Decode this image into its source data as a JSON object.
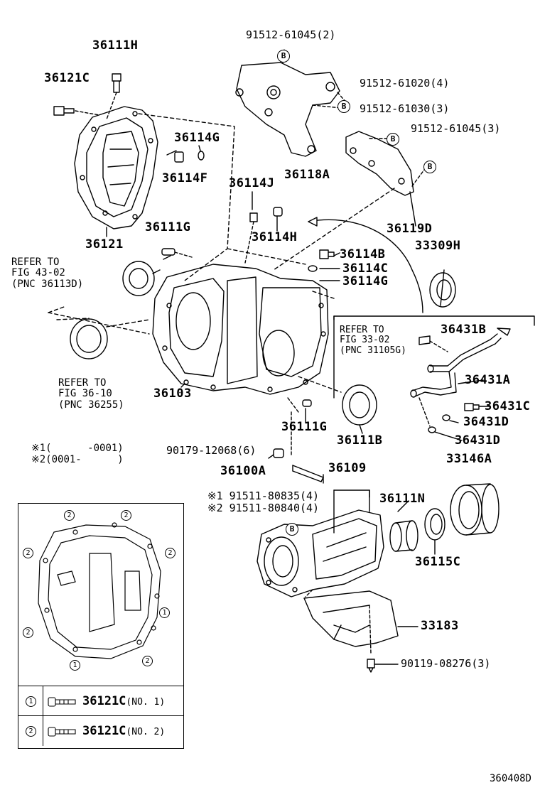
{
  "labels": {
    "p36111H": "36111H",
    "p36121C": "36121C",
    "p36121": "36121",
    "p36114G_top": "36114G",
    "p36114F": "36114F",
    "p36114J": "36114J",
    "p36114H": "36114H",
    "p36111G_top": "36111G",
    "p36118A": "36118A",
    "p36119D": "36119D",
    "p33309H": "33309H",
    "p36114B": "36114B",
    "p36114C": "36114C",
    "p36114G": "36114G",
    "p36103": "36103",
    "p36431B": "36431B",
    "p36431A": "36431A",
    "p36431C": "36431C",
    "p36431D_1": "36431D",
    "p36431D_2": "36431D",
    "p36111G_bot": "36111G",
    "p36111B": "36111B",
    "p36100A": "36100A",
    "p36109": "36109",
    "p33146A": "33146A",
    "p36111N": "36111N",
    "p36115C": "36115C",
    "p33183": "33183"
  },
  "bolts": {
    "b91512_61045_2": "91512-61045(2)",
    "b91512_61020_4": "91512-61020(4)",
    "b91512_61030_3": "91512-61030(3)",
    "b91512_61045_3": "91512-61045(3)",
    "b90179_12068_6": "90179-12068(6)",
    "b91511_80835_4": "※1 91511-80835(4)",
    "b91511_80840_4": "※2 91511-80840(4)",
    "b90119_08276_3": "90119-08276(3)"
  },
  "refs": {
    "ref_fig43": "REFER TO\nFIG 43-02\n(PNC 36113D)",
    "ref_fig36": "REFER TO\nFIG 36-10\n(PNC 36255)",
    "ref_fig33": "REFER TO\nFIG 33-02\n(PNC 31105G)"
  },
  "notes": {
    "note1": "※1(      -0001)",
    "note2": "※2(0001-      )"
  },
  "bmark": "B",
  "inset": {
    "circle_1": "1",
    "circle_2": "2",
    "legend": [
      {
        "num": "1",
        "part": "36121C",
        "sub": "(NO. 1)"
      },
      {
        "num": "2",
        "part": "36121C",
        "sub": "(NO. 2)"
      }
    ]
  },
  "footer_code": "360408D"
}
